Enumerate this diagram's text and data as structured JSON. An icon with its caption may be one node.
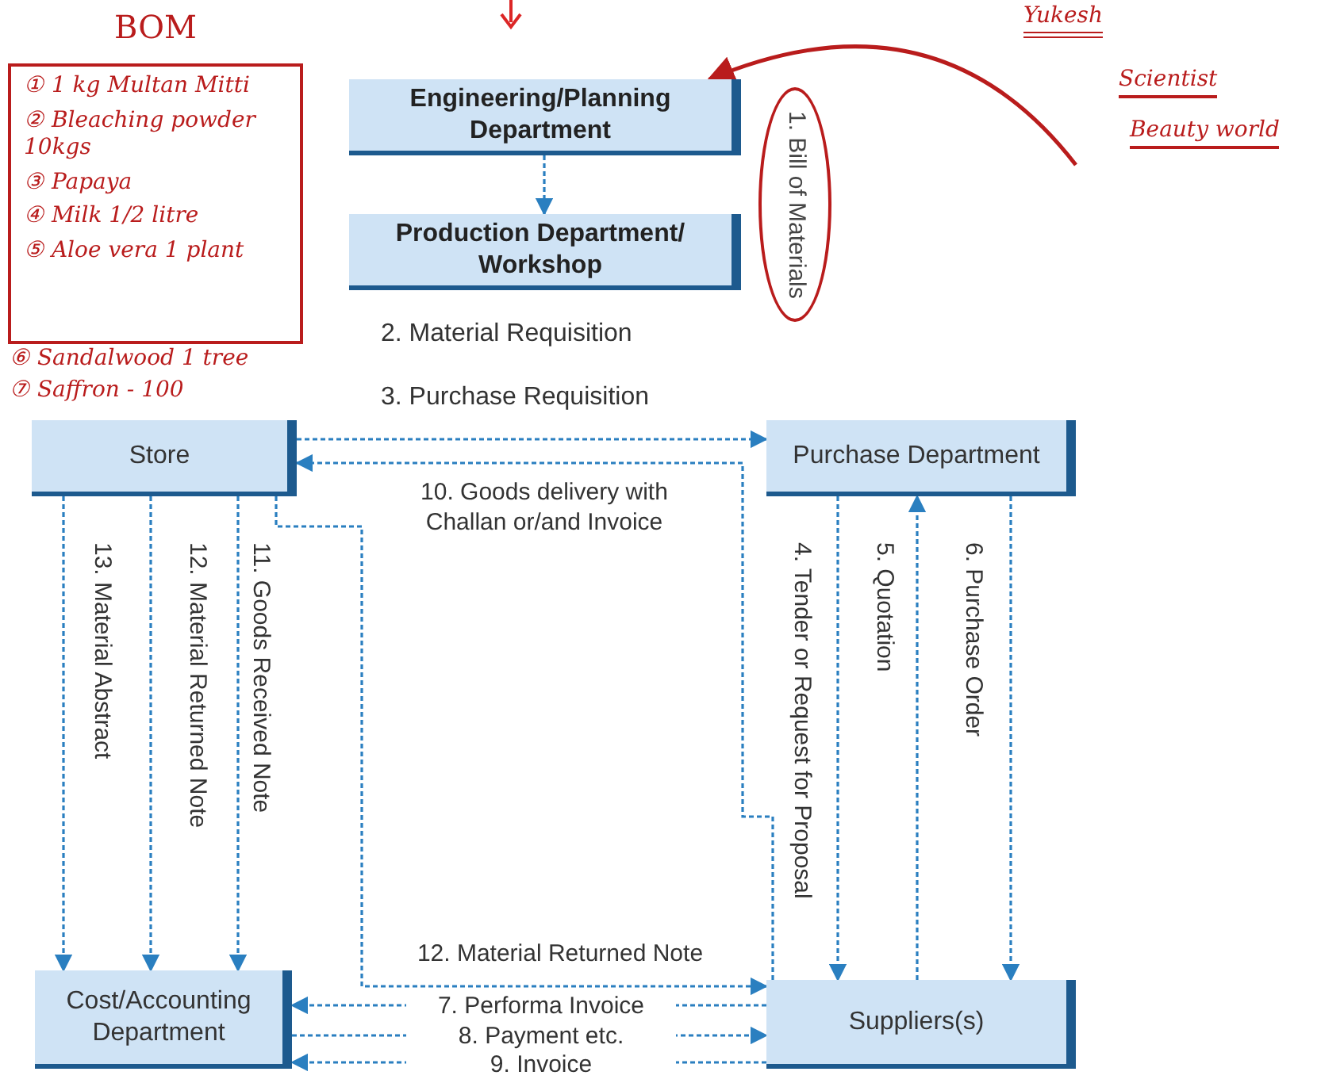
{
  "diagram": {
    "nodes": [
      {
        "text": [
          "Engineering/Planning Department"
        ]
      },
      {
        "text": [
          "Production Department/ Workshop"
        ]
      },
      {
        "text": [
          "Store"
        ]
      },
      {
        "text": [
          "Purchase Department"
        ]
      },
      {
        "text": [
          "Cost/Accounting Department"
        ]
      },
      {
        "text": [
          "Suppliers(s)"
        ]
      },
      {
        "text": [
          "1. Bill of Materials"
        ]
      },
      {
        "text": [
          "BOM",
          "① 1 kg Multan Mitti",
          "② Bleaching powder 10kgs",
          "③ Papaya",
          "④ Milk 1/2 litre",
          "⑤ Aloe vera 1 plant"
        ]
      }
    ],
    "edges": [
      {
        "from": 0,
        "to": 1,
        "arrow": "to",
        "style": "dashed"
      },
      {
        "from": 2,
        "to": 3,
        "arrow": "to",
        "style": "dashed"
      },
      {
        "from": 5,
        "to": 2,
        "arrow": "to",
        "style": "dashed",
        "label": "10. Goods delivery with Challan or/and Invoice"
      },
      {
        "from": 3,
        "to": 5,
        "arrow": "to",
        "style": "dashed",
        "label": "4. Tender or Request for Proposal"
      },
      {
        "from": 5,
        "to": 3,
        "arrow": "to",
        "style": "dashed",
        "label": "5. Quotation"
      },
      {
        "from": 3,
        "to": 5,
        "arrow": "to",
        "style": "dashed",
        "label": "6. Purchase Order"
      },
      {
        "from": 2,
        "to": 4,
        "arrow": "to",
        "style": "dashed",
        "label": "13. Material Abstract"
      },
      {
        "from": 2,
        "to": 4,
        "arrow": "to",
        "style": "dashed",
        "label": "12. Material Returned Note"
      },
      {
        "from": 2,
        "to": 4,
        "arrow": "to",
        "style": "dashed",
        "label": "11. Goods Received Note"
      },
      {
        "from": 2,
        "to": 5,
        "arrow": "to",
        "style": "dashed",
        "label": "12. Material Returned Note"
      },
      {
        "from": 5,
        "to": 4,
        "arrow": "to",
        "style": "dashed",
        "label": "7. Performa Invoice"
      },
      {
        "from": 4,
        "to": 5,
        "arrow": "to",
        "style": "dashed",
        "label": "8. Payment etc."
      },
      {
        "from": 5,
        "to": 4,
        "arrow": "to",
        "style": "dashed",
        "label": "9. Invoice"
      },
      {
        "from": null,
        "to": 0,
        "arrow": "to",
        "color": "#b91c1c"
      }
    ],
    "labels": [
      "2. Material Requisition",
      "3. Purchase Requisition",
      "⑥ Sandalwood 1 tree",
      "⑦ Saffron - 100",
      "Yukesh",
      "Scientist",
      "Beauty world"
    ]
  }
}
